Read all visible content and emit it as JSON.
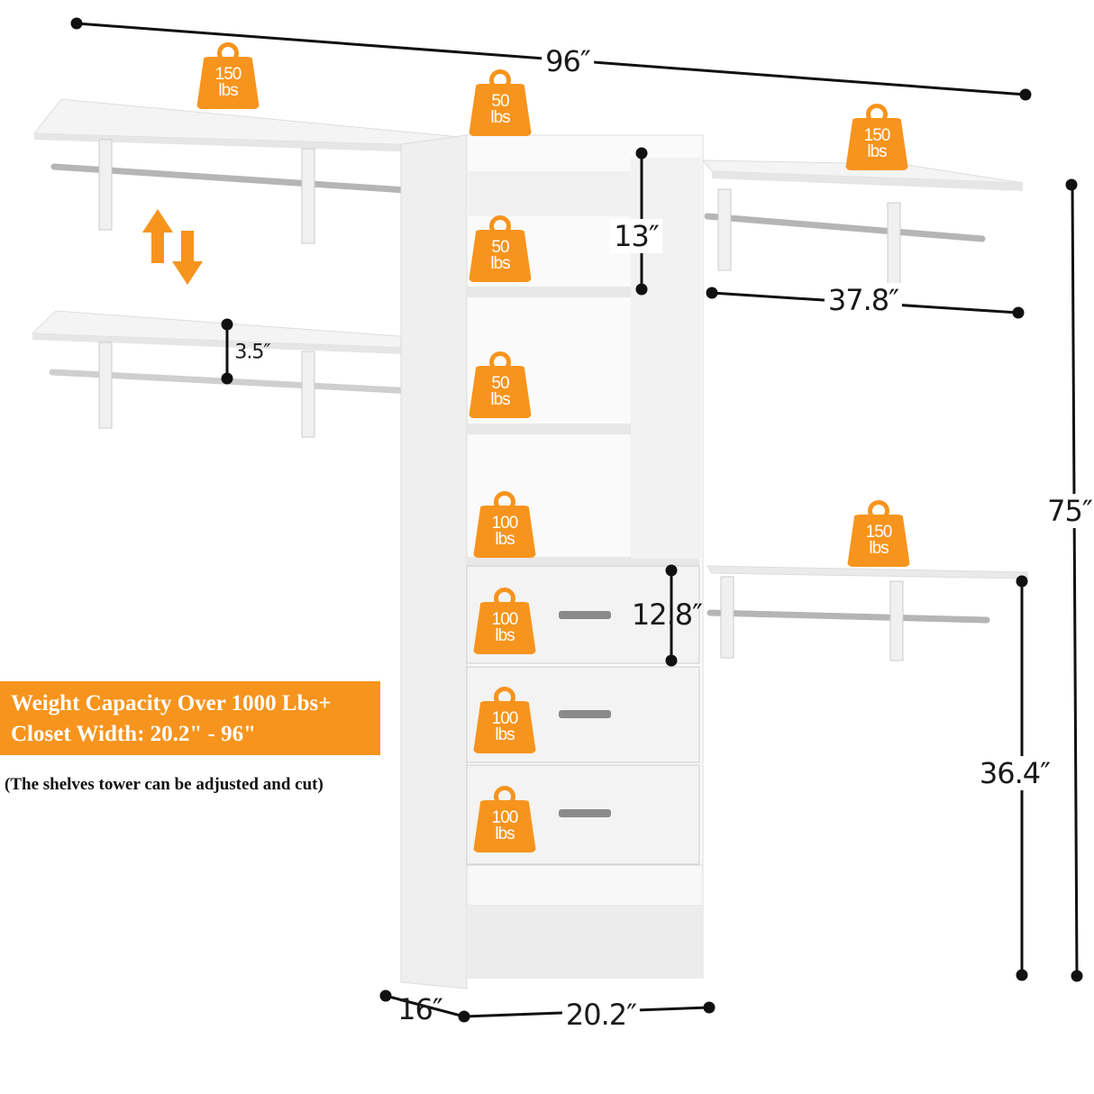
{
  "dimensions": {
    "total_width": "96″",
    "height": "75″",
    "lower_rod_height": "36.4″",
    "shelf_length": "37.8″",
    "shelf_spacing": "13″",
    "drawer_height": "12.8″",
    "shelf_adjust": "3.5″",
    "depth": "16″",
    "tower_width": "20.2″"
  },
  "badges": [
    {
      "value": "150",
      "unit": "lbs"
    },
    {
      "value": "50",
      "unit": "lbs"
    },
    {
      "value": "150",
      "unit": "lbs"
    },
    {
      "value": "50",
      "unit": "lbs"
    },
    {
      "value": "50",
      "unit": "lbs"
    },
    {
      "value": "100",
      "unit": "lbs"
    },
    {
      "value": "100",
      "unit": "lbs"
    },
    {
      "value": "100",
      "unit": "lbs"
    },
    {
      "value": "100",
      "unit": "lbs"
    },
    {
      "value": "150",
      "unit": "lbs"
    }
  ],
  "promo": {
    "line1": "Weight Capacity Over 1000 Lbs+",
    "line2": "Closet Width: 20.2\" - 96\""
  },
  "note": "(The shelves tower can be adjusted and cut)",
  "colors": {
    "accent": "#f7941d",
    "dimension_line": "#111111"
  },
  "icons": [
    "weight-icon",
    "up-down-arrows-icon"
  ]
}
